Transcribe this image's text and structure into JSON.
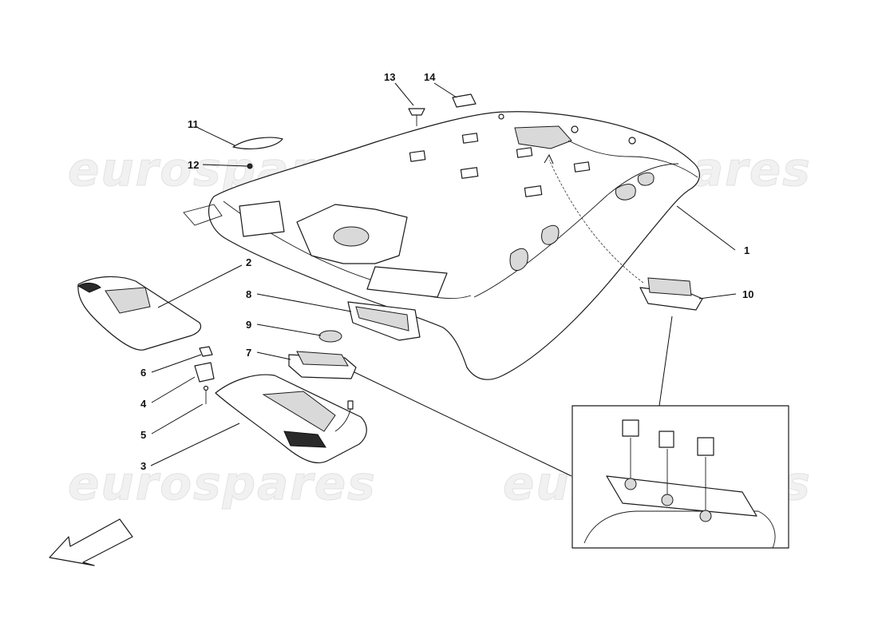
{
  "watermark": "eurospares",
  "callouts": [
    "1",
    "2",
    "3",
    "4",
    "5",
    "6",
    "7",
    "8",
    "9",
    "10",
    "11",
    "12",
    "13",
    "14"
  ],
  "icons": {
    "direction": "front-direction-arrow-icon"
  },
  "colors": {
    "line": "#1a1a1a",
    "watermark": "#e2e2e2",
    "background": "#ffffff"
  }
}
